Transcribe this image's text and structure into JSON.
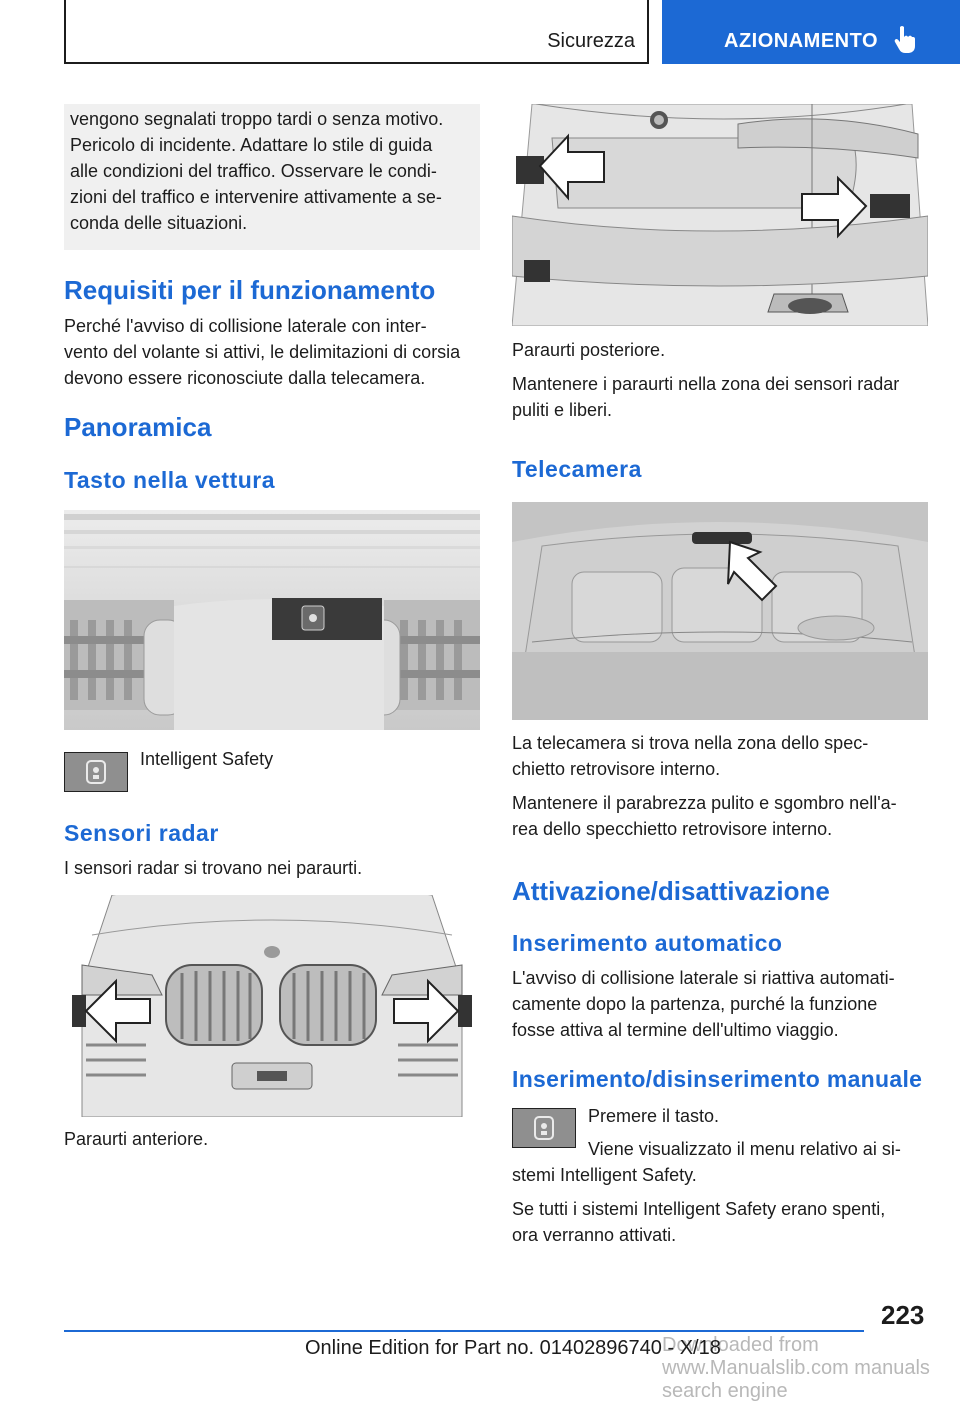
{
  "header": {
    "section": "Sicurezza",
    "active_tab": "AZIONAMENTO"
  },
  "left": {
    "warning_lines": [
      "vengono segnalati troppo tardi o senza motivo.",
      "Pericolo di incidente. Adattare lo stile di guida",
      "alle condizioni del traffico. Osservare le condi‐",
      "zioni del traffico e intervenire attivamente a se‐",
      "conda delle situazioni."
    ],
    "requisiti_heading": "Requisiti per il funzionamento",
    "requisiti_lines": [
      "Perché l'avviso di collisione laterale con inter‐",
      "vento del volante si attivi, le delimitazioni di corsia",
      "devono essere riconosciute dalla telecamera."
    ],
    "panoramica_heading": "Panoramica",
    "tasto_heading": "Tasto nella vettura",
    "intelligent_safety_label": "Intelligent Safety",
    "sensori_heading": "Sensori radar",
    "sensori_text": "I sensori radar si trovano nei paraurti.",
    "front_caption": "Paraurti anteriore."
  },
  "right": {
    "rear_caption": "Paraurti posteriore.",
    "rear_lines": [
      "Mantenere i paraurti nella zona dei sensori radar",
      "puliti e liberi."
    ],
    "telecamera_heading": "Telecamera",
    "camera_lines_1": [
      "La telecamera si trova nella zona dello spec‐",
      "chietto retrovisore interno."
    ],
    "camera_lines_2": [
      "Mantenere il parabrezza pulito e sgombro nell'a‐",
      "rea dello specchietto retrovisore interno."
    ],
    "attivazione_heading": "Attivazione/disattivazione",
    "auto_heading": "Inserimento automatico",
    "auto_lines": [
      "L'avviso di collisione laterale si riattiva automati‐",
      "camente dopo la partenza, purché la funzione",
      "fosse attiva al termine dell'ultimo viaggio."
    ],
    "manual_heading": "Inserimento/disinserimento manuale",
    "press_key": "Premere il tasto.",
    "menu_lines": [
      "Viene visualizzato il menu relativo ai si‐",
      "stemi Intelligent Safety."
    ],
    "all_off_lines": [
      "Se tutti i sistemi Intelligent Safety erano spenti,",
      "ora verranno attivati."
    ]
  },
  "footer": {
    "page_number": "223",
    "edition": "Online Edition for Part no. 01402896740 - X/18",
    "watermark": "Downloaded from www.Manualslib.com manuals search engine"
  }
}
